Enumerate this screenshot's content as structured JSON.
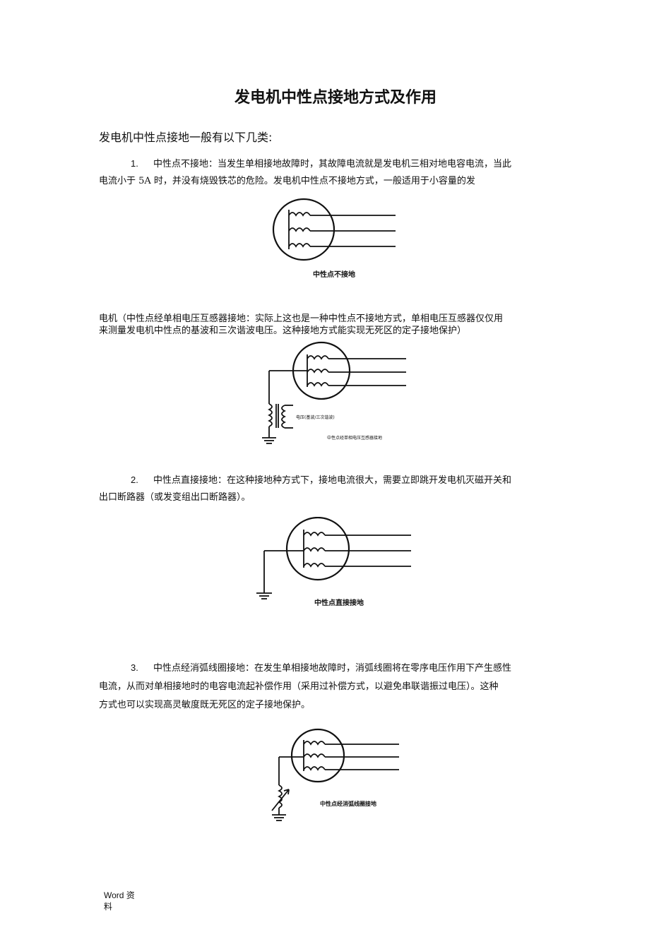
{
  "title": "发电机中性点接地方式及作用",
  "subtitle": "发电机中性点接地一般有以下几类:",
  "items": [
    {
      "num": "1.",
      "line1": "中性点不接地：当发生单相接地故障时，其故障电流就是发电机三相对地电容电流，当此",
      "line2": "电流小于 5A 时，并没有烧毁铁芯的危险。发电机中性点不接地方式，一般适用于小容量的发"
    },
    {
      "continuation_line1": "电机（中性点经单相电压互感器接地：实际上这也是一种中性点不接地方式，单相电压互感器仅仅用",
      "continuation_line2": "来测量发电机中性点的基波和三次谐波电压。这种接地方式能实现无死区的定子接地保护）"
    },
    {
      "num": "2.",
      "line1": "中性点直接接地：在这种接地种方式下，接地电流很大，需要立即跳开发电机灭磁开关和",
      "line2": "出口断路器（或发变组出口断路器）。"
    },
    {
      "num": "3.",
      "line1": "中性点经消弧线圈接地：在发生单相接地故障时，消弧线圈将在零序电压作用下产生感性",
      "line2": "电流，从而对单相接地时的电容电流起补偿作用（采用过补偿方式，以避免串联谐振过电压）。这种",
      "line3": "方式也可以实现高灵敏度既无死区的定子接地保护。"
    }
  ],
  "figures": {
    "fig1_label": "中性点不接地",
    "fig2_label": "中性点经单相电压互感器接地",
    "fig2_pt_label": "电压(基波/三次谐波)",
    "fig3_label": "中性点直接接地",
    "fig4_label": "中性点经消弧线圈接地"
  },
  "footer": {
    "line1": "Word 资",
    "line2": "料"
  }
}
